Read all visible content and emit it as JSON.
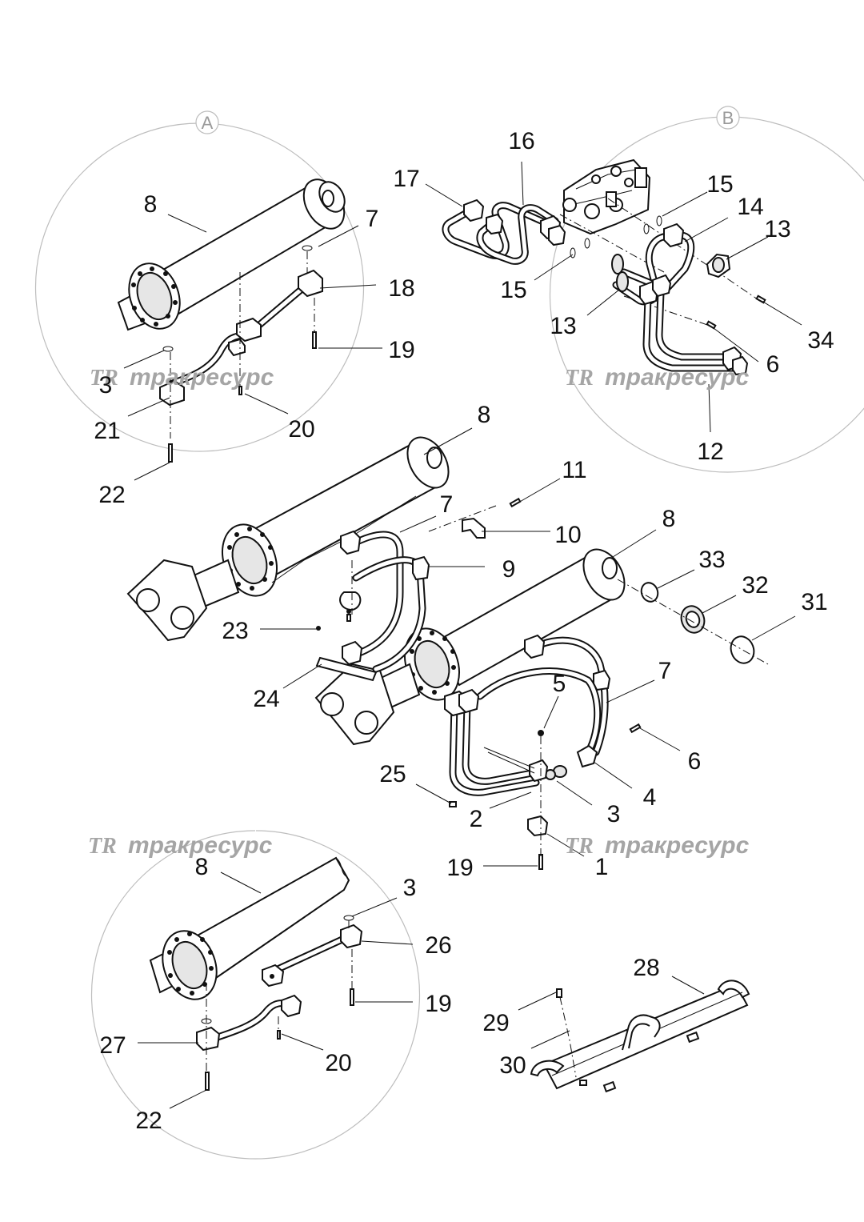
{
  "callouts": {
    "a": "A",
    "b": "B"
  },
  "watermark": {
    "logo": "TR",
    "text": "тракресурс"
  },
  "labels": [
    {
      "id": "8-a",
      "text": "8"
    },
    {
      "id": "7-a",
      "text": "7"
    },
    {
      "id": "18",
      "text": "18"
    },
    {
      "id": "19-a",
      "text": "19"
    },
    {
      "id": "3-a",
      "text": "3"
    },
    {
      "id": "21",
      "text": "21"
    },
    {
      "id": "20-a",
      "text": "20"
    },
    {
      "id": "22-a",
      "text": "22"
    },
    {
      "id": "17",
      "text": "17"
    },
    {
      "id": "16",
      "text": "16"
    },
    {
      "id": "15-top",
      "text": "15"
    },
    {
      "id": "14",
      "text": "14"
    },
    {
      "id": "13-right",
      "text": "13"
    },
    {
      "id": "15-left",
      "text": "15"
    },
    {
      "id": "13-left",
      "text": "13"
    },
    {
      "id": "34",
      "text": "34"
    },
    {
      "id": "6-b",
      "text": "6"
    },
    {
      "id": "12",
      "text": "12"
    },
    {
      "id": "8-main",
      "text": "8"
    },
    {
      "id": "11",
      "text": "11"
    },
    {
      "id": "7-main",
      "text": "7"
    },
    {
      "id": "10",
      "text": "10"
    },
    {
      "id": "8-right",
      "text": "8"
    },
    {
      "id": "9",
      "text": "9"
    },
    {
      "id": "33",
      "text": "33"
    },
    {
      "id": "32",
      "text": "32"
    },
    {
      "id": "31",
      "text": "31"
    },
    {
      "id": "23",
      "text": "23"
    },
    {
      "id": "24",
      "text": "24"
    },
    {
      "id": "5",
      "text": "5"
    },
    {
      "id": "7-low",
      "text": "7"
    },
    {
      "id": "6-main",
      "text": "6"
    },
    {
      "id": "25",
      "text": "25"
    },
    {
      "id": "4",
      "text": "4"
    },
    {
      "id": "2",
      "text": "2"
    },
    {
      "id": "3-main",
      "text": "3"
    },
    {
      "id": "1",
      "text": "1"
    },
    {
      "id": "19-main",
      "text": "19"
    },
    {
      "id": "8-c",
      "text": "8"
    },
    {
      "id": "3-c",
      "text": "3"
    },
    {
      "id": "26",
      "text": "26"
    },
    {
      "id": "19-c",
      "text": "19"
    },
    {
      "id": "27",
      "text": "27"
    },
    {
      "id": "20-c",
      "text": "20"
    },
    {
      "id": "22-c",
      "text": "22"
    },
    {
      "id": "28",
      "text": "28"
    },
    {
      "id": "29",
      "text": "29"
    },
    {
      "id": "30",
      "text": "30"
    }
  ]
}
